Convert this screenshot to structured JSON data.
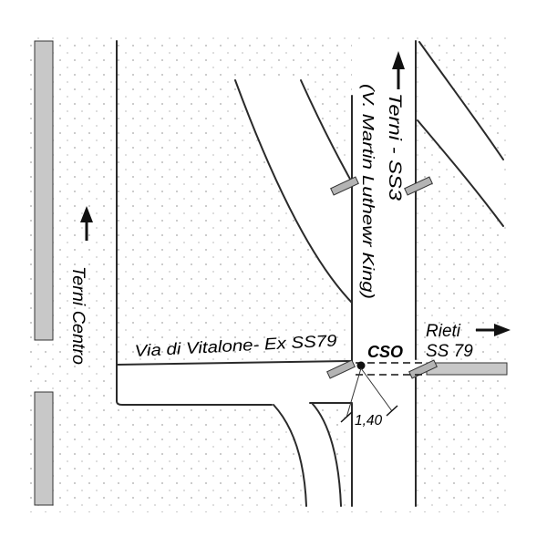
{
  "drawing": {
    "destinations": {
      "terni_centro": "Terni Centro",
      "terni_ss3": "Terni - SS3",
      "mlk": "(V. Martin Luthewr King)",
      "rieti": "Rieti",
      "rieti_road": "SS 79"
    },
    "streets": {
      "via_vitalone": "Via di Vitalone- Ex SS79"
    },
    "annotations": {
      "cso": "CSO",
      "gap_width": "1,40"
    },
    "icons": {
      "terni_centro_arrow": "up-arrow",
      "terni_ss3_arrow": "up-arrow",
      "rieti_arrow": "right-arrow"
    },
    "colors": {
      "line": "#2a2a2a",
      "building_fill": "#c8c8c8",
      "barrier_fill": "#b4b4b4",
      "dot_grid": "#cccccc",
      "background": "#ffffff"
    }
  }
}
